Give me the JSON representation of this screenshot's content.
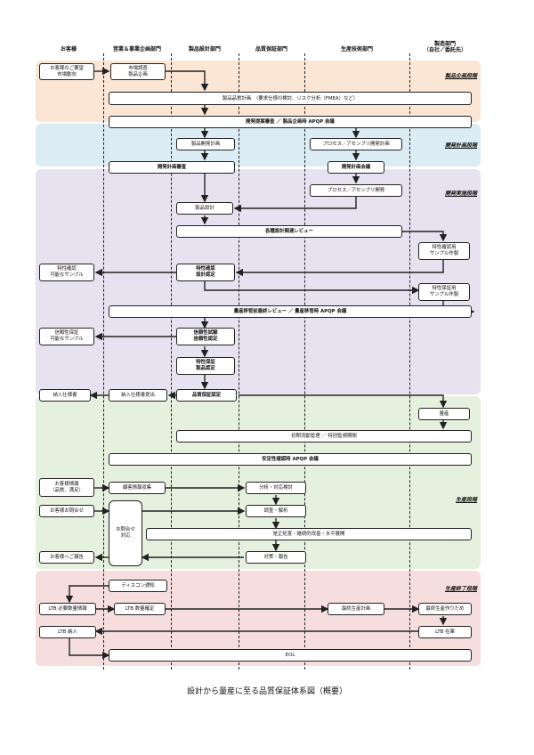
{
  "colors": {
    "planning": "#fbe6d6",
    "development": "#dcecf4",
    "implementation": "#e7e2f0",
    "production": "#e5f0de",
    "end": "#f6dede",
    "line": "#222222"
  },
  "lanes": [
    "お客様",
    "営業＆事業企画部門",
    "製品設計部門",
    "品質保証部門",
    "生産技術部門",
    "製造部門\n（自社／委託先）"
  ],
  "stages": {
    "planning": "製品企画段階",
    "development": "開発計画段階",
    "implementation": "開発実施段階",
    "production": "生産段階",
    "end": "生産終了段階"
  },
  "boxes": {
    "customer_request": "お客様のご要望\n市場動向",
    "market_research": "市場調査\n製品企画",
    "quality_plan": "製品品質計画　（要求仕様の検討、リスク分析（FMEA）など）",
    "dev_proposal_review": "開発提案審査 ／ 製品企画時 APQP 会議",
    "product_dev_plan": "製品開発計画",
    "process_dev_plan": "プロセス／アセンブリ開発計画",
    "dev_plan_review": "開発計画審査",
    "dev_plan_meeting": "開発計画会議",
    "process_dev": "プロセス／アセンブリ開発",
    "product_design": "製品設計",
    "design_reviews": "各種設計関連レビュー",
    "feature_check_sample": "特性確認用\nサンプル作製",
    "feature_check": "特性確認\n設計認定",
    "feature_sample_customer": "特性確認\n可能なサンプル",
    "feature_assure_sample": "特性保証用\nサンプル作製",
    "pre_mass_review": "量産移管前最終レビュー ／ 量産移管時 APQP 会議",
    "reliability_sample_customer": "信頼性保証\n可能なサンプル",
    "reliability_test": "信頼性試験\n信頼性認定",
    "feature_assure": "特性保証\n製品認定",
    "spec_sheet": "納入仕様書",
    "spec_submit": "納入仕様書提出",
    "quality_cert": "品質保証認定",
    "mass_production": "量産",
    "initial_flow": "初期流動管理 ／ 特別監視期間",
    "stable_meeting": "安定性確認時 APQP 会議",
    "customer_info": "お客様情報\n（品質、満足）",
    "info_collect": "顧客情報収集",
    "analysis": "分析・対応検討",
    "inquiry": "お客様お問合せ",
    "inquiry_response": "お問合せ\n対応",
    "investigation": "調査・解析",
    "corrective": "是正処置・継続的改善・水平展開",
    "report_customer": "お客様へご報告",
    "countermeasure": "対策・報告",
    "discontinue": "ディスコン通知",
    "ltb_info": "LTB 必要数量情報",
    "ltb_confirm": "LTB 数量確定",
    "final_plan": "最終生産計画",
    "final_production": "最終生産作りだめ",
    "ltb_delivery": "LTB 納入",
    "ltb_stock": "LTB 在庫",
    "eol": "EOL"
  },
  "caption": "設計から量産に至る品質保証体系図（概要）"
}
